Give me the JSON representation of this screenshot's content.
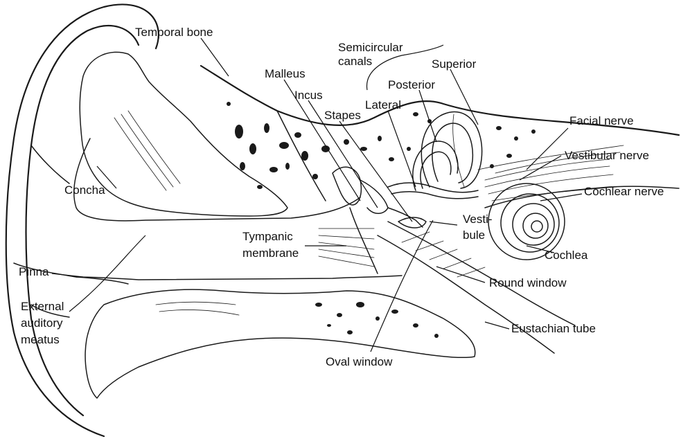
{
  "labels": {
    "temporal_bone": "Temporal bone",
    "semicircular_canals_1": "Semicircular",
    "semicircular_canals_2": "canals",
    "superior": "Superior",
    "posterior": "Posterior",
    "lateral": "Lateral",
    "malleus": "Malleus",
    "incus": "Incus",
    "stapes": "Stapes",
    "facial_nerve": "Facial nerve",
    "vestibular_nerve": "Vestibular nerve",
    "cochlear_nerve": "Cochlear nerve",
    "concha": "Concha",
    "vestibule_1": "Vesti-",
    "vestibule_2": "bule",
    "tympanic_membrane_1": "Tympanic",
    "tympanic_membrane_2": "membrane",
    "cochlea": "Cochlea",
    "pinna": "Pinna",
    "round_window": "Round window",
    "external_auditory_meatus_1": "External",
    "external_auditory_meatus_2": "auditory",
    "external_auditory_meatus_3": "meatus",
    "eustachian_tube": "Eustachian tube",
    "oval_window": "Oval window"
  }
}
